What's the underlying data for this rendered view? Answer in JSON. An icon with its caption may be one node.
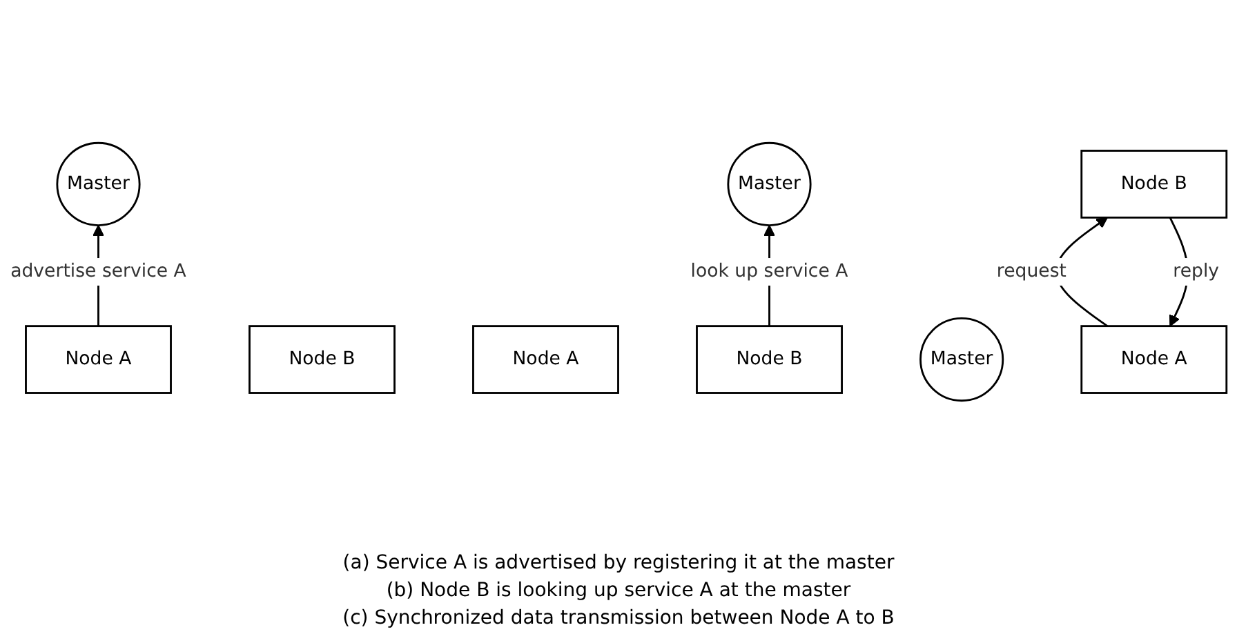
{
  "diagram": {
    "nodes": [
      {
        "text": [
          "Master"
        ]
      },
      {
        "text": [
          "Node A"
        ]
      },
      {
        "text": [
          "Node B"
        ]
      },
      {
        "text": [
          "Master"
        ]
      },
      {
        "text": [
          "Node A"
        ]
      },
      {
        "text": [
          "Node B"
        ]
      },
      {
        "text": [
          "Master"
        ]
      },
      {
        "text": [
          "Node A"
        ]
      },
      {
        "text": [
          "Node B"
        ]
      }
    ],
    "edges": [
      {
        "from": 1,
        "to": 0,
        "arrow": "to",
        "label": "advertise service A"
      },
      {
        "from": 5,
        "to": 3,
        "arrow": "to",
        "label": "look up service A"
      },
      {
        "from": 7,
        "to": 8,
        "arrow": "to",
        "label": "request"
      },
      {
        "from": 8,
        "to": 7,
        "arrow": "to",
        "label": "reply"
      }
    ],
    "labels": [
      "(a) Service A is advertised by registering it at the master",
      "(b) Node B is looking up service A at the master",
      "(c) Synchronized data transmission between Node A to B"
    ]
  }
}
